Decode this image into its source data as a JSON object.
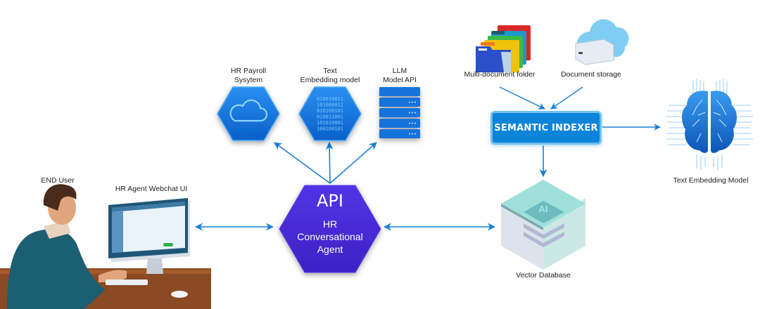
{
  "diagram": {
    "nodes": {
      "end_user": {
        "label": "END User",
        "icon": "person-at-desk-icon"
      },
      "webchat": {
        "label": "HR Agent Webchat UI",
        "icon": "monitor-icon"
      },
      "api": {
        "title": "API",
        "lines": [
          "HR",
          "Conversational",
          "Agent"
        ]
      },
      "payroll": {
        "lines": [
          "HR Payroll",
          "Sysytem"
        ],
        "icon": "cloud-icon"
      },
      "text_embedding": {
        "lines": [
          "Text",
          "Embedding model"
        ],
        "icon": "binary-code-icon",
        "binary": [
          "010010011",
          "101000011",
          "010100101",
          "010011001",
          "101010001",
          "100100101"
        ]
      },
      "llm": {
        "lines": [
          "LLM",
          "Model API"
        ],
        "icon": "server-stack-icon"
      },
      "folder": {
        "label": "Multi-document folder",
        "icon": "folders-icon"
      },
      "storage": {
        "label": "Document storage",
        "icon": "cloud-drawer-icon"
      },
      "indexer": {
        "label": "SEMANTIC INDEXER"
      },
      "brain": {
        "label": "Text Embedding Model",
        "icon": "brain-circuit-icon"
      },
      "vector_db": {
        "label": "Vector Database",
        "badge": "AI",
        "icon": "database-stack-icon"
      }
    },
    "edges": [
      {
        "from": "webchat",
        "to": "api",
        "direction": "both"
      },
      {
        "from": "api",
        "to": "payroll",
        "direction": "forward"
      },
      {
        "from": "api",
        "to": "text_embedding",
        "direction": "forward"
      },
      {
        "from": "api",
        "to": "llm",
        "direction": "forward"
      },
      {
        "from": "api",
        "to": "vector_db",
        "direction": "both"
      },
      {
        "from": "folder",
        "to": "indexer",
        "direction": "forward"
      },
      {
        "from": "storage",
        "to": "indexer",
        "direction": "forward"
      },
      {
        "from": "indexer",
        "to": "brain",
        "direction": "forward"
      },
      {
        "from": "indexer",
        "to": "vector_db",
        "direction": "forward"
      }
    ],
    "colors": {
      "arrow": "#1a7fd4",
      "hex_blue": "#1177e0",
      "api_purple": "#4a2bd9",
      "indexer_fill": "#0b84d9",
      "indexer_border": "#6fc0f4"
    }
  }
}
